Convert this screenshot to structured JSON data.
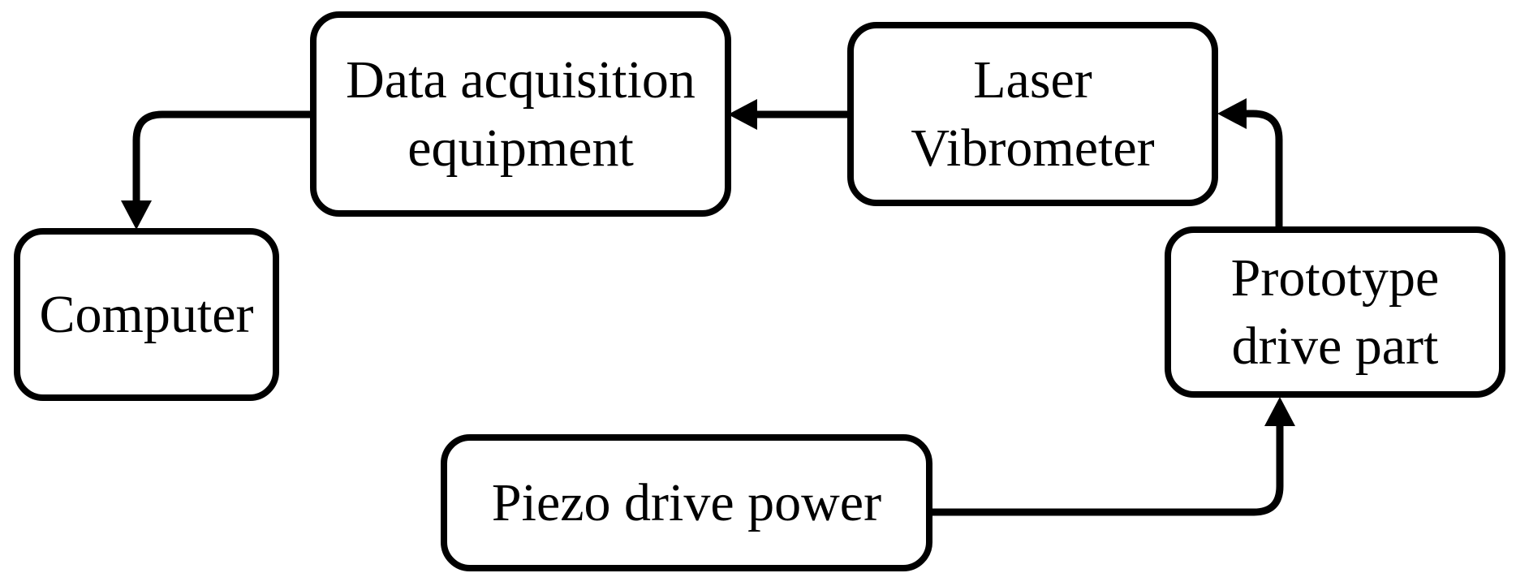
{
  "diagram": {
    "type": "flowchart",
    "colors": {
      "ink": "#000000",
      "background": "#ffffff"
    },
    "nodes": [
      {
        "id": "data-acquisition-equipment",
        "label": "Data acquisition\nequipment"
      },
      {
        "id": "laser-vibrometer",
        "label": "Laser\nVibrometer"
      },
      {
        "id": "computer",
        "label": "Computer"
      },
      {
        "id": "prototype-drive-part",
        "label": "Prototype\ndrive part"
      },
      {
        "id": "piezo-drive-power",
        "label": "Piezo drive power"
      }
    ],
    "edges": [
      {
        "from": "laser-vibrometer",
        "to": "data-acquisition-equipment",
        "arrow": "left"
      },
      {
        "from": "data-acquisition-equipment",
        "to": "computer",
        "arrow": "down"
      },
      {
        "from": "prototype-drive-part",
        "to": "laser-vibrometer",
        "arrow": "up-then-left"
      },
      {
        "from": "piezo-drive-power",
        "to": "prototype-drive-part",
        "arrow": "right-then-up"
      }
    ]
  }
}
